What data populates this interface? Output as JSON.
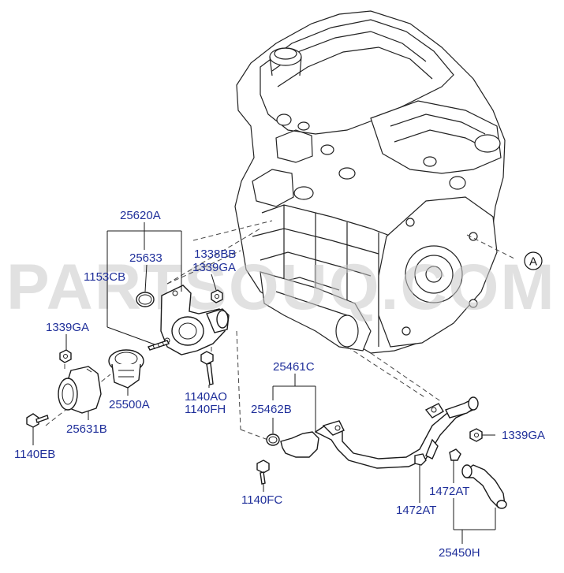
{
  "watermark": "PARTSOUQ.COM",
  "callout_marker": "A",
  "parts": {
    "p25620A": "25620A",
    "p25633": "25633",
    "p1153CB": "1153CB",
    "p1338BB": "1338BB",
    "p1339GA_top": "1339GA",
    "p1339GA_left": "1339GA",
    "p25500A": "25500A",
    "p1140AO": "1140AO",
    "p1140FH": "1140FH",
    "p25631B": "25631B",
    "p1140EB": "1140EB",
    "p25461C": "25461C",
    "p25462B": "25462B",
    "p1339GA_right": "1339GA",
    "p1140FC": "1140FC",
    "p1472AT_upper": "1472AT",
    "p1472AT_lower": "1472AT",
    "p25450H": "25450H"
  }
}
